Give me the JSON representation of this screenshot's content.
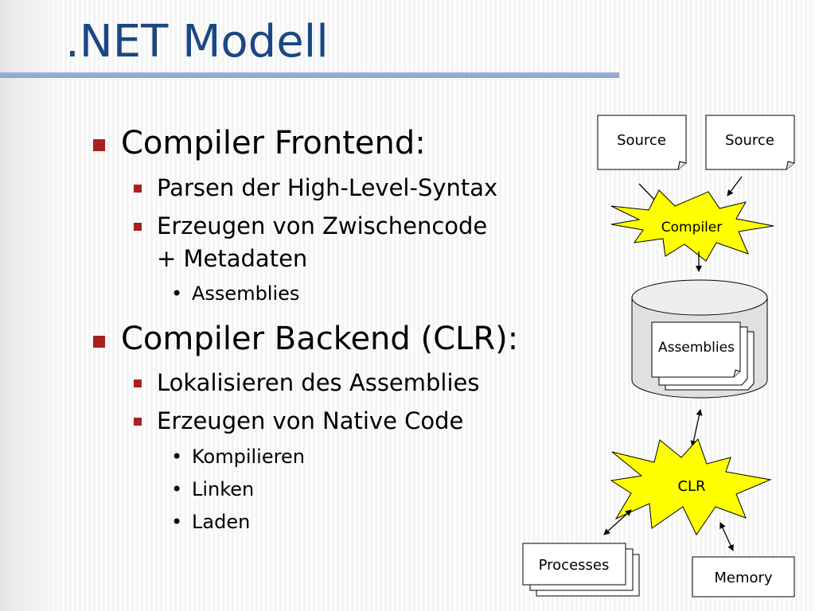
{
  "title": ".NET Modell",
  "bullets": {
    "frontend": {
      "heading": "Compiler Frontend:",
      "items": [
        "Parsen der High-Level-Syntax",
        "Erzeugen von Zwischencode",
        "+ Metadaten"
      ],
      "subitems": [
        "Assemblies"
      ]
    },
    "backend": {
      "heading": "Compiler Backend (CLR):",
      "items": [
        "Lokalisieren des Assemblies",
        "Erzeugen von Native Code"
      ],
      "subitems": [
        "Kompilieren",
        "Linken",
        "Laden"
      ]
    }
  },
  "diagram": {
    "source1": "Source",
    "source2": "Source",
    "compiler": "Compiler",
    "assemblies": "Assemblies",
    "clr": "CLR",
    "processes": "Processes",
    "memory": "Memory"
  },
  "colors": {
    "title": "#1a4884",
    "bullet_square": "#a8201f",
    "starburst": "#ffff00",
    "cylinder": "#e0e0e0"
  }
}
